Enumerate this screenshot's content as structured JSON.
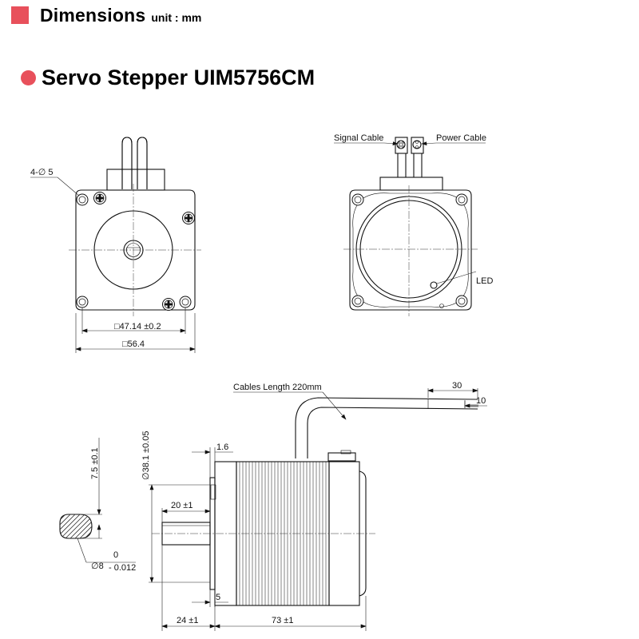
{
  "header": {
    "title": "Dimensions",
    "unit": "unit : mm",
    "accent_color": "#e8505b"
  },
  "model": {
    "title": "Servo Stepper UIM5756CM"
  },
  "front_view": {
    "hole_label": "4-∅ 5",
    "bolt_spacing": "□47.14 ±0.2",
    "flange_size": "□56.4"
  },
  "rear_view": {
    "signal_cable": "Signal Cable",
    "power_cable": "Power Cable",
    "led": "LED"
  },
  "side_view": {
    "cables_length": "Cables Length 220mm",
    "strip_outer": "30",
    "strip_inner": "10",
    "pilot_diameter": "∅38.1 ±0.05",
    "flange_thickness": "1.6",
    "shaft_flat_length": "20 ±1",
    "pilot_depth": "5",
    "shaft_length": "24 ±1",
    "body_length": "73 ±1"
  },
  "shaft_section": {
    "flat_height": "7.5 ±0.1",
    "diameter": "∅8",
    "tol_upper": "0",
    "tol_lower": "- 0.012"
  }
}
